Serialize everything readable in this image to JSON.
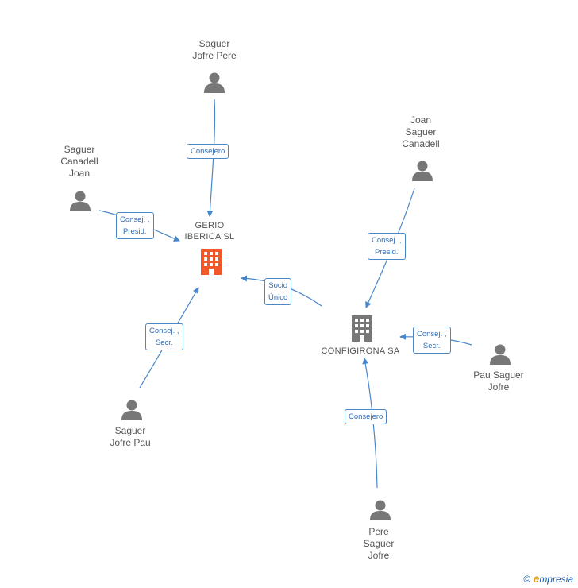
{
  "colors": {
    "edge": "#4a86c8",
    "person": "#777777",
    "company_main": "#f0582c",
    "company_other": "#777777"
  },
  "people": [
    {
      "id": "p1",
      "name": "Saguer\nJofre Pere"
    },
    {
      "id": "p2",
      "name": "Saguer\nCanadell\nJoan"
    },
    {
      "id": "p3",
      "name": "Joan\nSaguer\nCanadell"
    },
    {
      "id": "p4",
      "name": "Saguer\nJofre Pau"
    },
    {
      "id": "p5",
      "name": "Pau Saguer\nJofre"
    },
    {
      "id": "p6",
      "name": "Pere\nSaguer\nJofre"
    }
  ],
  "companies": [
    {
      "id": "c1",
      "name": "GERIO\nIBERICA  SL"
    },
    {
      "id": "c2",
      "name": "CONFIGIRONA SA"
    }
  ],
  "edges": [
    {
      "id": "e1",
      "label": "Consejero"
    },
    {
      "id": "e2",
      "label": "Consej. ,\nPresid."
    },
    {
      "id": "e3",
      "label": "Consej. ,\nSecr."
    },
    {
      "id": "e4",
      "label": "Socio\nÚnico"
    },
    {
      "id": "e5",
      "label": "Consej. ,\nPresid."
    },
    {
      "id": "e6",
      "label": "Consej. ,\nSecr."
    },
    {
      "id": "e7",
      "label": "Consejero"
    }
  ],
  "footer": {
    "copyright": "©",
    "brand_e": "e",
    "brand_rest": "mpresia"
  }
}
